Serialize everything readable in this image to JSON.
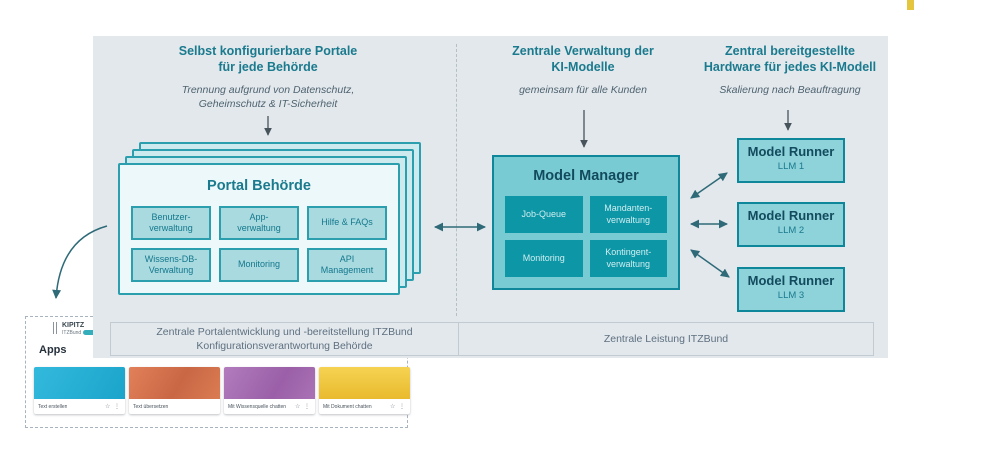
{
  "page": {
    "accent_mark_color": "#e6c53e"
  },
  "colors": {
    "panel_bg": "#e3e8ec",
    "heading_teal": "#1a7a8e",
    "box_border_teal": "#2b9fae",
    "dark_teal_fill": "#0c96a6",
    "light_teal_tile": "#a9dae0",
    "model_manager_fill": "#79cbd3",
    "runner_fill": "#8ed2da",
    "arrow_teal": "#2e6a78",
    "footer_text": "#5e7080"
  },
  "columns": [
    {
      "t1": "Selbst konfigurierbare Portale",
      "t2": "für jede Behörde",
      "s1": "Trennung aufgrund von Datenschutz,",
      "s2": "Geheimschutz & IT-Sicherheit"
    },
    {
      "t1": "Zentrale Verwaltung der",
      "t2": "KI-Modelle",
      "s1": "gemeinsam für alle Kunden",
      "s2": ""
    },
    {
      "t1": "Zentral bereitgestellte",
      "t2": "Hardware für jedes KI-Modell",
      "s1": "Skalierung nach Beauftragung",
      "s2": ""
    }
  ],
  "portal": {
    "title": "Portal Behörde",
    "tiles": [
      {
        "l1": "Benutzer-",
        "l2": "verwaltung"
      },
      {
        "l1": "App-",
        "l2": "verwaltung"
      },
      {
        "l1": "Hilfe & FAQs",
        "l2": ""
      },
      {
        "l1": "Wissens-DB-",
        "l2": "Verwaltung"
      },
      {
        "l1": "Monitoring",
        "l2": ""
      },
      {
        "l1": "API",
        "l2": "Management"
      }
    ]
  },
  "model_manager": {
    "title": "Model Manager",
    "tiles": [
      {
        "l1": "Job-Queue",
        "l2": ""
      },
      {
        "l1": "Mandanten-",
        "l2": "verwaltung"
      },
      {
        "l1": "Monitoring",
        "l2": ""
      },
      {
        "l1": "Kontingent-",
        "l2": "verwaltung"
      }
    ]
  },
  "runners": [
    {
      "title": "Model Runner",
      "sub": "LLM 1"
    },
    {
      "title": "Model Runner",
      "sub": "LLM 2"
    },
    {
      "title": "Model Runner",
      "sub": "LLM 3"
    }
  ],
  "footer": {
    "left_l1": "Zentrale Portalentwicklung und -bereitstellung ITZBund",
    "left_l2": "Konfigurationsverantwortung Behörde",
    "right": "Zentrale Leistung ITZBund"
  },
  "inset": {
    "logo_title": "KIPITZ",
    "logo_sub": "ITZBund",
    "apps_heading": "Apps",
    "cards": [
      {
        "label": "Text erstellen",
        "color": "#29b2d6",
        "star": "☆",
        "menu": "⋮"
      },
      {
        "label": "Text übersetzen",
        "color": "#dd7450",
        "star": "",
        "menu": ""
      },
      {
        "label": "Mit Wissensquelle chatten",
        "color": "#a76cb3",
        "star": "☆",
        "menu": "⋮"
      },
      {
        "label": "Mit Dokument chatten",
        "color": "#f0c53a",
        "star": "☆",
        "menu": "⋮"
      }
    ]
  }
}
